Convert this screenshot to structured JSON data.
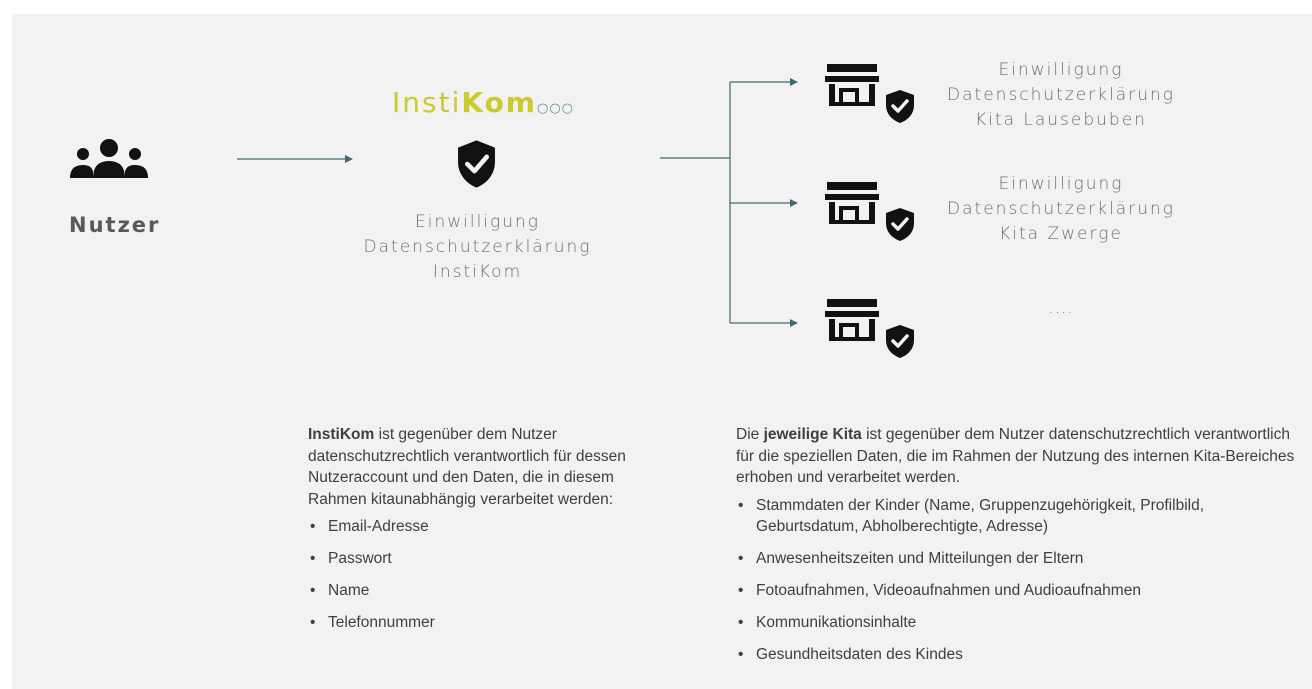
{
  "user": {
    "label": "Nutzer",
    "icon": "users-group-icon"
  },
  "logo": {
    "light": "Insti",
    "bold": "Kom",
    "dots": "○○○",
    "color": "#c9cb2e",
    "dots_color": "#5b8f92"
  },
  "instikom_consent": [
    "Einwilligung",
    "Datenschutzerklärung",
    "InstiKom"
  ],
  "kitas": [
    {
      "lines": [
        "Einwilligung",
        "Datenschutzerklärung",
        "Kita Lausebuben"
      ]
    },
    {
      "lines": [
        "Einwilligung",
        "Datenschutzerklärung",
        "Kita Zwerge"
      ]
    },
    {
      "lines": [
        "...."
      ]
    }
  ],
  "left_text": {
    "bold": "InstiKom",
    "rest": " ist gegenüber dem Nutzer datenschutzrechtlich verantwortlich für dessen Nutzeraccount und den Daten, die in diesem Rahmen kitaunabhängig verarbeitet werden:",
    "items": [
      "Email-Adresse",
      "Passwort",
      "Name",
      "Telefonnummer"
    ]
  },
  "right_text": {
    "prefix": "Die ",
    "bold": "jeweilige Kita",
    "rest": " ist gegenüber dem Nutzer datenschutzrechtlich verantwortlich für die speziellen Daten, die im Rahmen der Nutzung des internen Kita-Bereiches erhoben und verarbeitet werden.",
    "items": [
      "Stammdaten der Kinder (Name, Gruppenzugehörigkeit,  Profilbild, Geburtsdatum, Abholberechtigte, Adresse)",
      "Anwesenheitszeiten und Mitteilungen der Eltern",
      "Fotoaufnahmen, Videoaufnahmen und Audioaufnahmen",
      "Kommunikationsinhalte",
      "Gesundheitsdaten des Kindes"
    ]
  },
  "colors": {
    "panel": "#f2f2f2",
    "arrow": "#3f6a6e",
    "icon": "#111111"
  }
}
